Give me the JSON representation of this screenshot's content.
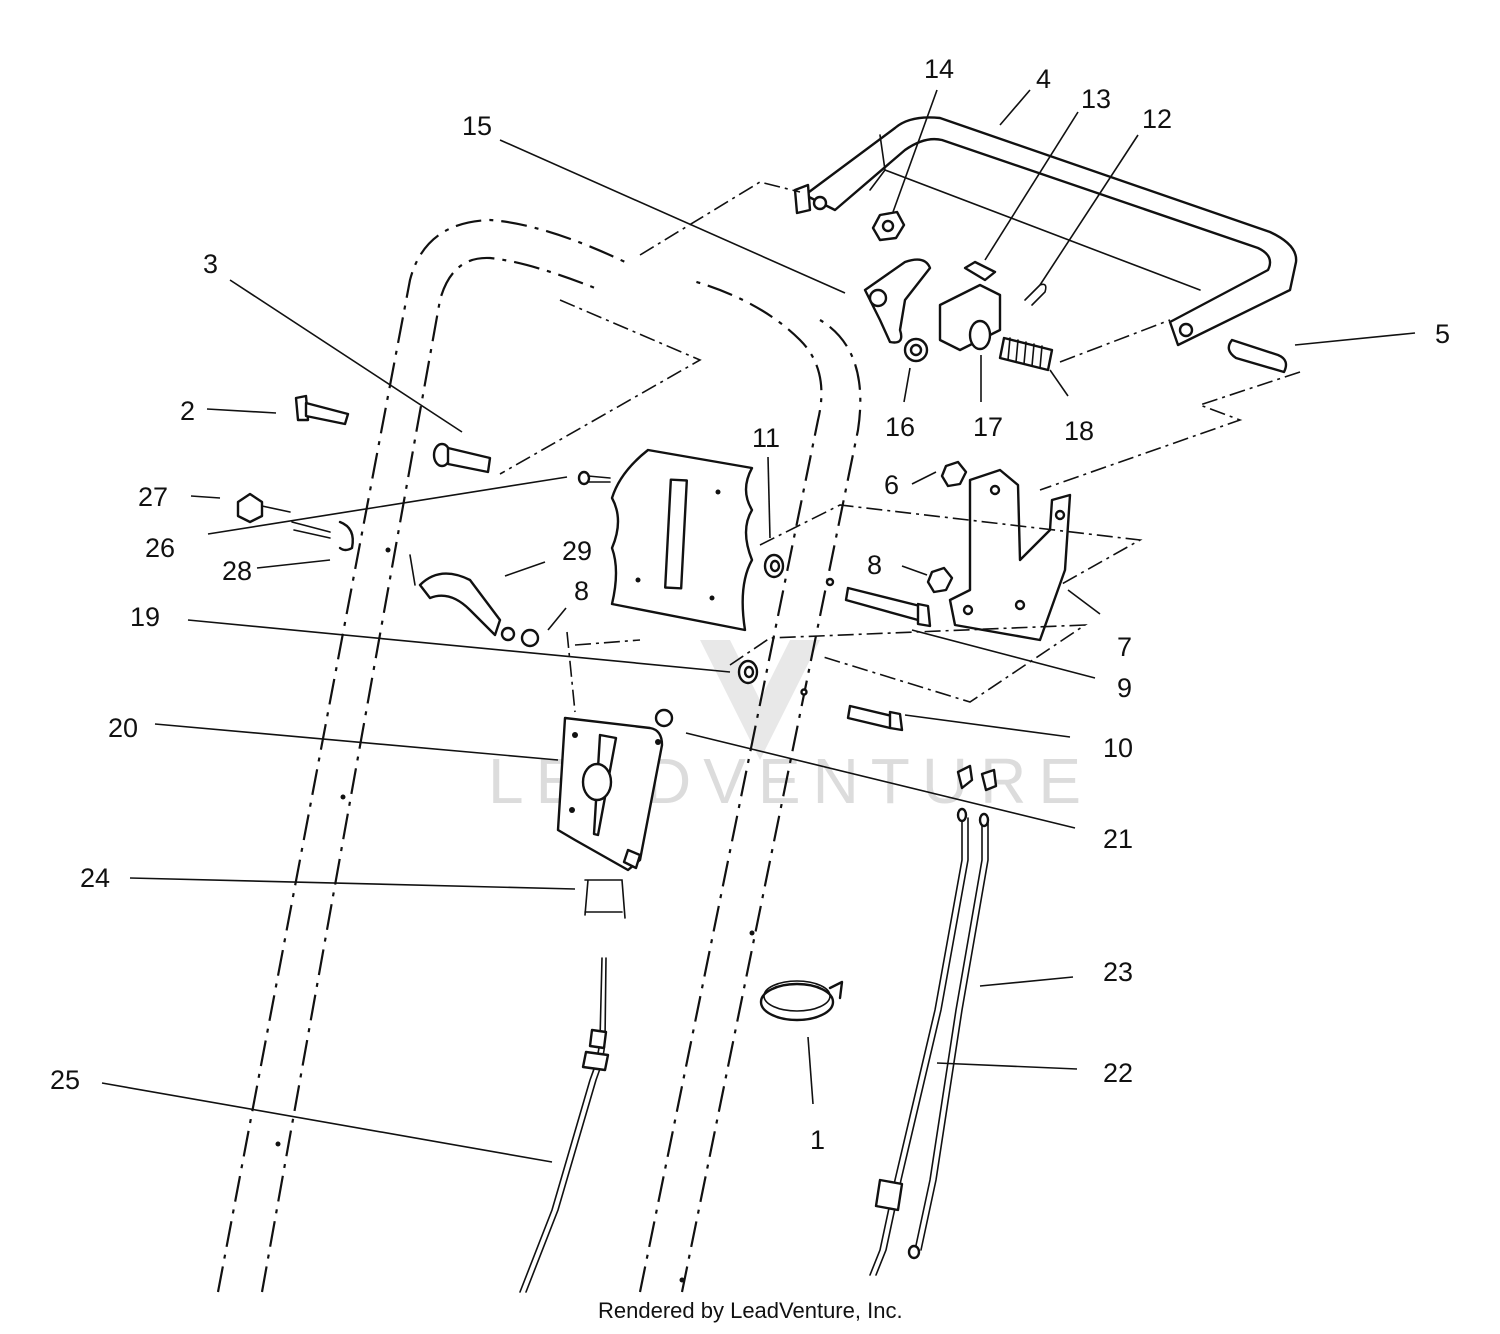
{
  "footer": "Rendered by LeadVenture, Inc.",
  "watermark": "LEADVENTURE",
  "callouts": [
    "1",
    "2",
    "3",
    "4",
    "5",
    "6",
    "7",
    "8",
    "8",
    "9",
    "10",
    "11",
    "12",
    "13",
    "14",
    "15",
    "16",
    "17",
    "18",
    "19",
    "20",
    "21",
    "22",
    "23",
    "24",
    "25",
    "26",
    "27",
    "28",
    "29"
  ]
}
